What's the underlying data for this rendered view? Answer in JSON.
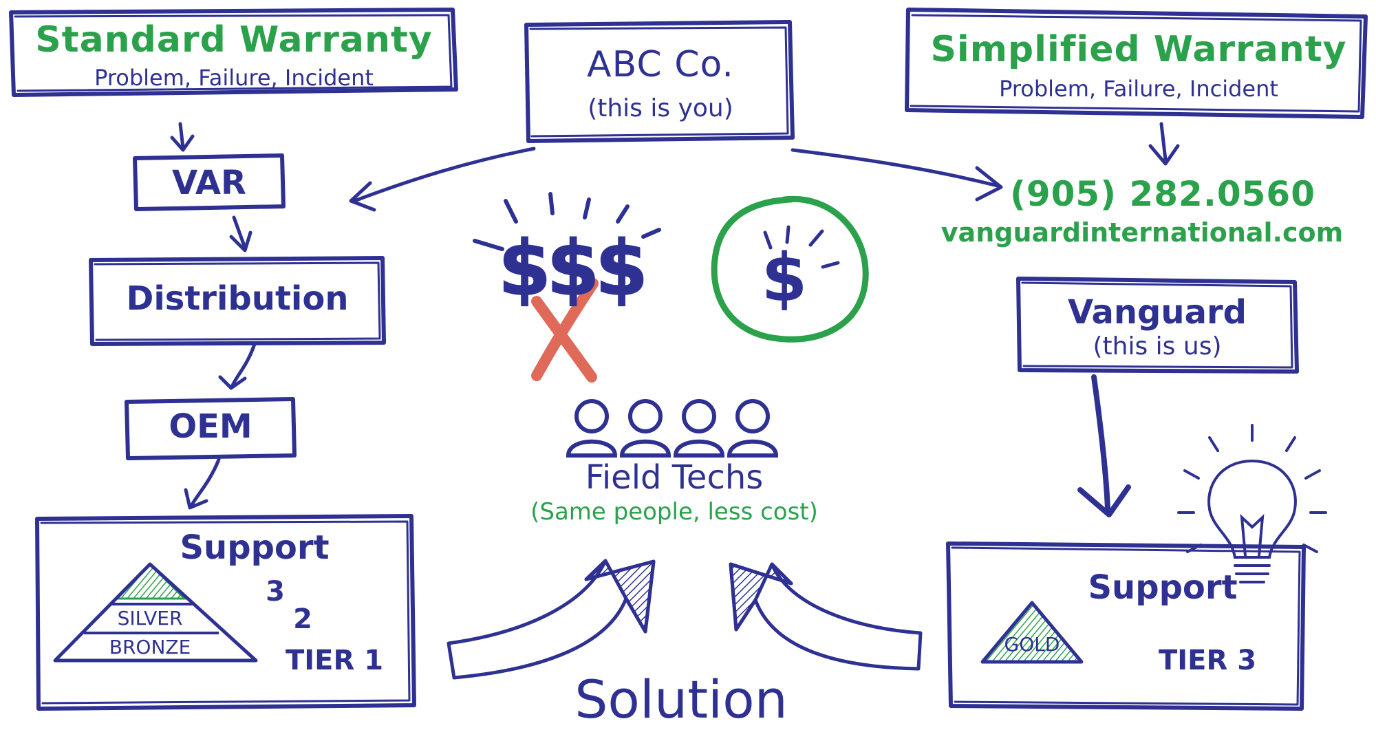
{
  "left_column": {
    "standard_warranty_title": "Standard Warranty",
    "standard_warranty_subtitle": "Problem, Failure, Incident",
    "var_label": "VAR",
    "distribution_label": "Distribution",
    "oem_label": "OEM",
    "support_title": "Support",
    "pyramid_levels": [
      "SILVER",
      "BRONZE"
    ],
    "tier_numbers": [
      "3",
      "2"
    ],
    "tier_label": "TIER 1"
  },
  "center": {
    "company_name": "ABC Co.",
    "company_note": "(this is you)",
    "field_techs_title": "Field Techs",
    "field_techs_note": "(Same people, less cost)",
    "solution_label": "Solution",
    "expensive_symbol": "$$$",
    "cheap_symbol": "$"
  },
  "right_column": {
    "simplified_warranty_title": "Simplified Warranty",
    "simplified_warranty_subtitle": "Problem, Failure, Incident",
    "phone": "(905) 282.0560",
    "website": "vanguardinternational.com",
    "vanguard_title": "Vanguard",
    "vanguard_note": "(this is us)",
    "support_title": "Support",
    "pyramid_level": "GOLD",
    "tier_label": "TIER 3"
  },
  "colors": {
    "ink": "#2e3192",
    "green": "#2ba14b",
    "red": "#e06a5a"
  }
}
